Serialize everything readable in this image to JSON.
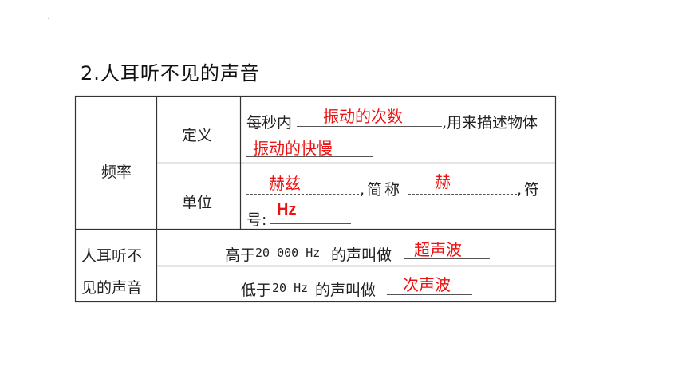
{
  "title": "2.人耳听不见的声音",
  "table": {
    "freq_label": "频率",
    "def_label": "定义",
    "unit_label": "单位",
    "def_prefix": "每秒内",
    "def_answer1": "振动的次数",
    "def_suffix": ",用来描述物体",
    "def_answer2": "振动的快慢",
    "unit_answer1": "赫兹",
    "unit_mid": ",简称",
    "unit_answer2": "赫",
    "unit_suffix": ",符",
    "symbol_prefix": "号:",
    "symbol_answer": "Hz",
    "inaudible_label_1": "人耳听不",
    "inaudible_label_2": "见的声音",
    "ultra_prefix": "高于",
    "ultra_num": "20 000 Hz",
    "ultra_suffix": "的声叫做",
    "ultra_answer": "超声波",
    "infra_prefix": "低于",
    "infra_num": "20 Hz",
    "infra_suffix": "的声叫做",
    "infra_answer": "次声波"
  },
  "colors": {
    "answer": "#ee1111",
    "border": "#333333"
  }
}
